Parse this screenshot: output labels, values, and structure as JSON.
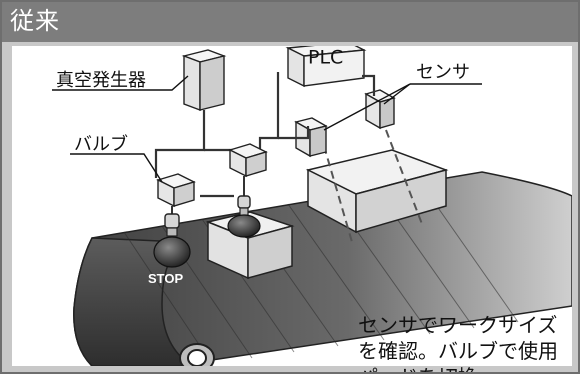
{
  "header": {
    "title": "従来"
  },
  "labels": {
    "vacuum_generator": "真空発生器",
    "plc": "PLC",
    "sensor": "センサ",
    "valve": "バルブ",
    "stop": "STOP"
  },
  "note": {
    "lines": [
      "センサでワークサイズ",
      "を確認。バルブで使用",
      "パッドを切換。"
    ]
  },
  "colors": {
    "header": "#7d7d7d",
    "frame": "#c8c8c8",
    "belt": "#4a4a4a"
  }
}
